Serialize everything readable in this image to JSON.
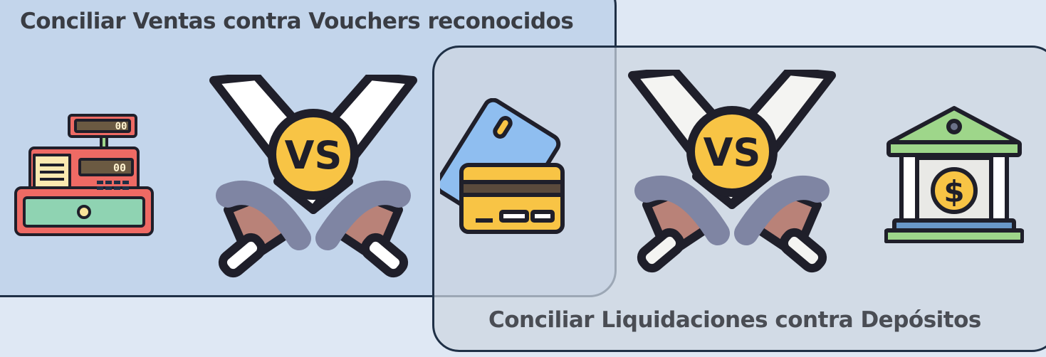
{
  "regions": {
    "sales_vs_vouchers": {
      "title": "Conciliar Ventas contra Vouchers reconocidos"
    },
    "settlements_vs_deposits": {
      "title": "Conciliar Liquidaciones contra Depósitos"
    }
  },
  "icons": {
    "cash_register": {
      "name": "cash-register-icon",
      "display_top": "00",
      "display_main": "00"
    },
    "versus_1": {
      "name": "crossed-swords-vs-icon",
      "badge": "VS"
    },
    "credit_cards": {
      "name": "credit-cards-icon"
    },
    "versus_2": {
      "name": "crossed-swords-vs-icon",
      "badge": "VS"
    },
    "bank": {
      "name": "bank-icon",
      "symbol": "$"
    }
  },
  "colors": {
    "region_border": "#1f3046",
    "region_a_fill": "#b9cfe8",
    "region_b_fill": "#cdd5e0",
    "badge_yellow": "#f8c445",
    "sword_handle": "#7f85a3",
    "card_yellow": "#f8c445",
    "card_blue": "#8fbef0",
    "register_red": "#ee6a64",
    "bank_green": "#9ed68a"
  }
}
